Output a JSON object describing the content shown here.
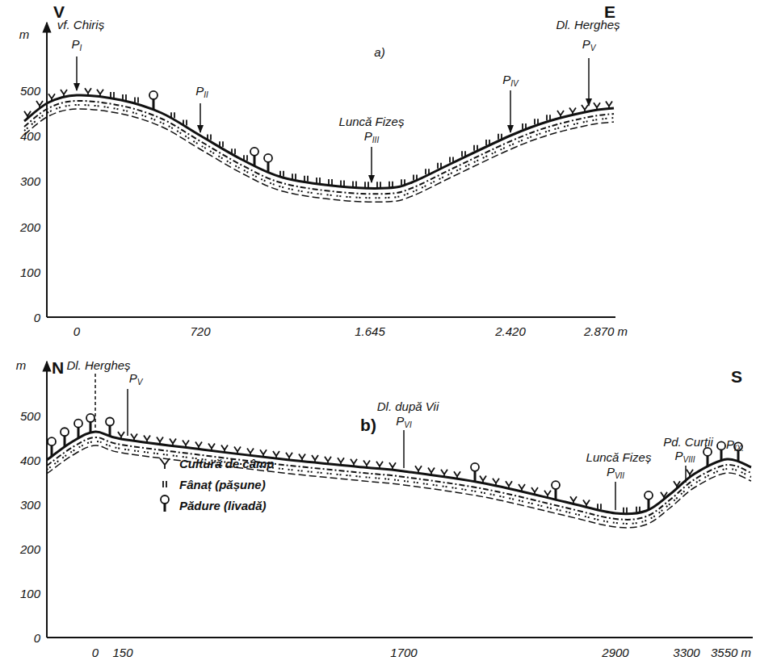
{
  "diagram": {
    "labels": [
      "V",
      "E",
      "m",
      "a)",
      "vf. Chiriș",
      "PI",
      "PII",
      "Luncă Fizeș",
      "PIII",
      "PIV",
      "Dl. Hergheș",
      "PV",
      "500",
      "400",
      "300",
      "200",
      "100",
      "0",
      "0",
      "720",
      "1.645",
      "2.420",
      "2.870 m",
      "m",
      "N",
      "S",
      "Dl. Hergheș",
      "PV",
      "b)",
      "Dl. după Vii",
      "PVI",
      "Luncă Fizeș",
      "PVII",
      "Pd. Curții",
      "PVIII",
      "PIX.",
      "500",
      "400",
      "300",
      "200",
      "100",
      "0",
      "0",
      "150",
      "1700",
      "2900",
      "3300",
      "3550 m"
    ],
    "legend": [
      {
        "text": "Cultură de câmp"
      },
      {
        "text": "Fânaț (pășune)"
      },
      {
        "text": "Pădure (livadă)"
      }
    ]
  }
}
